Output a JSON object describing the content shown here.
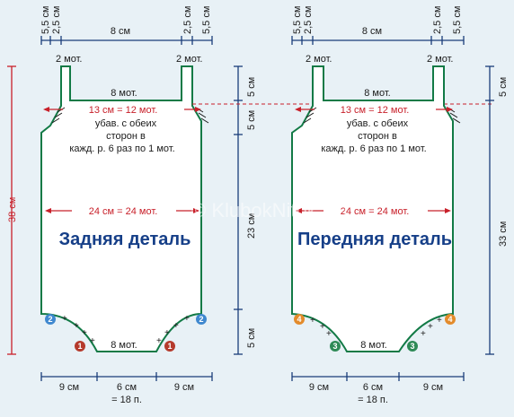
{
  "watermark": "© KlubokNitok.Ru",
  "back": {
    "title": "Задняя деталь",
    "top_widths": [
      "5,5 см",
      "2,5 см",
      "8 см",
      "2,5 см",
      "5,5 см"
    ],
    "strap_left": "2 мот.",
    "strap_right": "2 мот.",
    "neck": "8 мот.",
    "armhole_width": "13 см = 12 мот.",
    "decrease_note": [
      "убав. с обеих",
      "сторон в",
      "кажд. р. 6 раз по 1 мот."
    ],
    "body_width": "24 см = 24 мот.",
    "bottom": "8 мот.",
    "bottom_widths": [
      "9 см",
      "6 см",
      "9 см"
    ],
    "bottom_total": "= 18 п.",
    "height_total": "38 см",
    "heights": [
      "5 см",
      "5 см",
      "23 см",
      "5 см"
    ],
    "badge_upper": "2",
    "badge_lower": "1"
  },
  "front": {
    "title": "Передняя деталь",
    "top_widths": [
      "5,5 см",
      "2,5 см",
      "8 см",
      "2,5 см",
      "5,5 см"
    ],
    "strap_left": "2 мот.",
    "strap_right": "2 мот.",
    "neck": "8 мот.",
    "armhole_width": "13 см = 12 мот.",
    "decrease_note": [
      "убав. с обеих",
      "сторон в",
      "кажд. р. 6 раз по 1 мот."
    ],
    "body_width": "24 см = 24 мот.",
    "bottom": "8 мот.",
    "bottom_widths": [
      "9 см",
      "6 см",
      "9 см"
    ],
    "bottom_total": "= 18 п.",
    "height_total": "33 см",
    "height_top": "5 см",
    "badge_upper": "4",
    "badge_lower": "3"
  },
  "colors": {
    "outline": "#127a46",
    "dimension_line": "#1a3d7a",
    "red_measure": "#c8202a",
    "title": "#163f88",
    "badge_blue": "#3f88cf",
    "badge_red": "#b53a2c",
    "badge_orange": "#e38b2b",
    "badge_green": "#2e8a56"
  }
}
